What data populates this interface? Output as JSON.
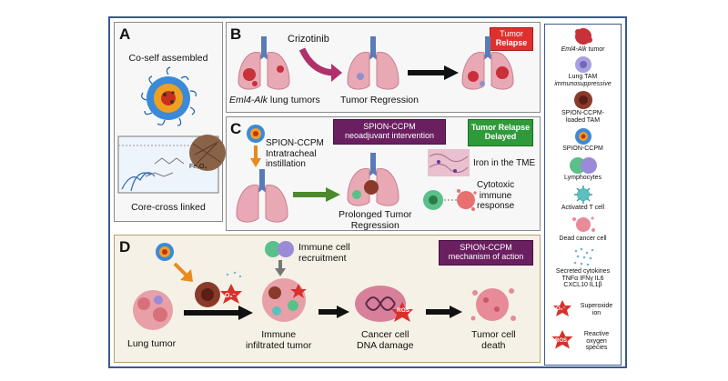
{
  "panel_a": {
    "letter": "A",
    "top_caption": "Co-self assembled",
    "bottom_caption": "Core-cross linked",
    "fe_label": "Fe₃O₄"
  },
  "panel_b": {
    "letter": "B",
    "drug_label": "Crizotinib",
    "badge_line1": "Tumor",
    "badge_line2": "Relapse",
    "lung_label_italic": "Eml4-Alk",
    "lung_label_rest": " lung tumors",
    "regression_label": "Tumor Regression"
  },
  "panel_c": {
    "letter": "C",
    "purple_line1": "SPION-CCPM",
    "purple_line2": "neoadjuvant intervention",
    "green_line1": "Tumor Relapse",
    "green_line2": "Delayed",
    "instill_line1": "SPION-CCPM",
    "instill_line2": "Intratracheal",
    "instill_line3": "instillation",
    "prolonged_line1": "Prolonged Tumor",
    "prolonged_line2": "Regression",
    "iron_label": "Iron in the TME",
    "cyto_line1": "Cytotoxic",
    "cyto_line2": "immune",
    "cyto_line3": "response"
  },
  "panel_d": {
    "letter": "D",
    "recruit_line1": "Immune cell",
    "recruit_line2": "recruitment",
    "purple_line1": "SPION-CCPM",
    "purple_line2": "mechanism of action",
    "lung_tumor": "Lung tumor",
    "infiltrated_line1": "Immune",
    "infiltrated_line2": "infiltrated tumor",
    "dna_line1": "Cancer cell",
    "dna_line2": "DNA damage",
    "death_line1": "Tumor cell",
    "death_line2": "death",
    "ros": "ROS",
    "o2": "O₂⁻"
  },
  "legend": {
    "eml4_italic": "Eml4-Alk",
    "eml4_rest": " tumor",
    "tam_line1": "Lung TAM",
    "tam_line2": "immunosuppressive",
    "spion_tam_line1": "SPION-CCPM-",
    "spion_tam_line2": "loaded TAM",
    "spion": "SPION-CCPM",
    "lymph": "Lymphocytes",
    "tcell": "Activated T cell",
    "dead": "Dead cancer cell",
    "cyto_line1": "Secreted cytokines",
    "cyto_line2": "TNFα IFNγ IL6",
    "cyto_line3": "CXCL10 IL1β",
    "superoxide_line1": "Superoxide",
    "superoxide_line2": "ion",
    "ros_line1": "Reactive",
    "ros_line2": "oxygen",
    "ros_line3": "species",
    "o2": "O₂⁻",
    "ros": "ROS"
  },
  "colors": {
    "frame": "#3a5a8c",
    "red_badge": "#e0302e",
    "purple_badge": "#6a2060",
    "green_badge": "#2f9a3a",
    "lung_pink": "#e8a8b4",
    "trachea_blue": "#5a7ab8"
  }
}
